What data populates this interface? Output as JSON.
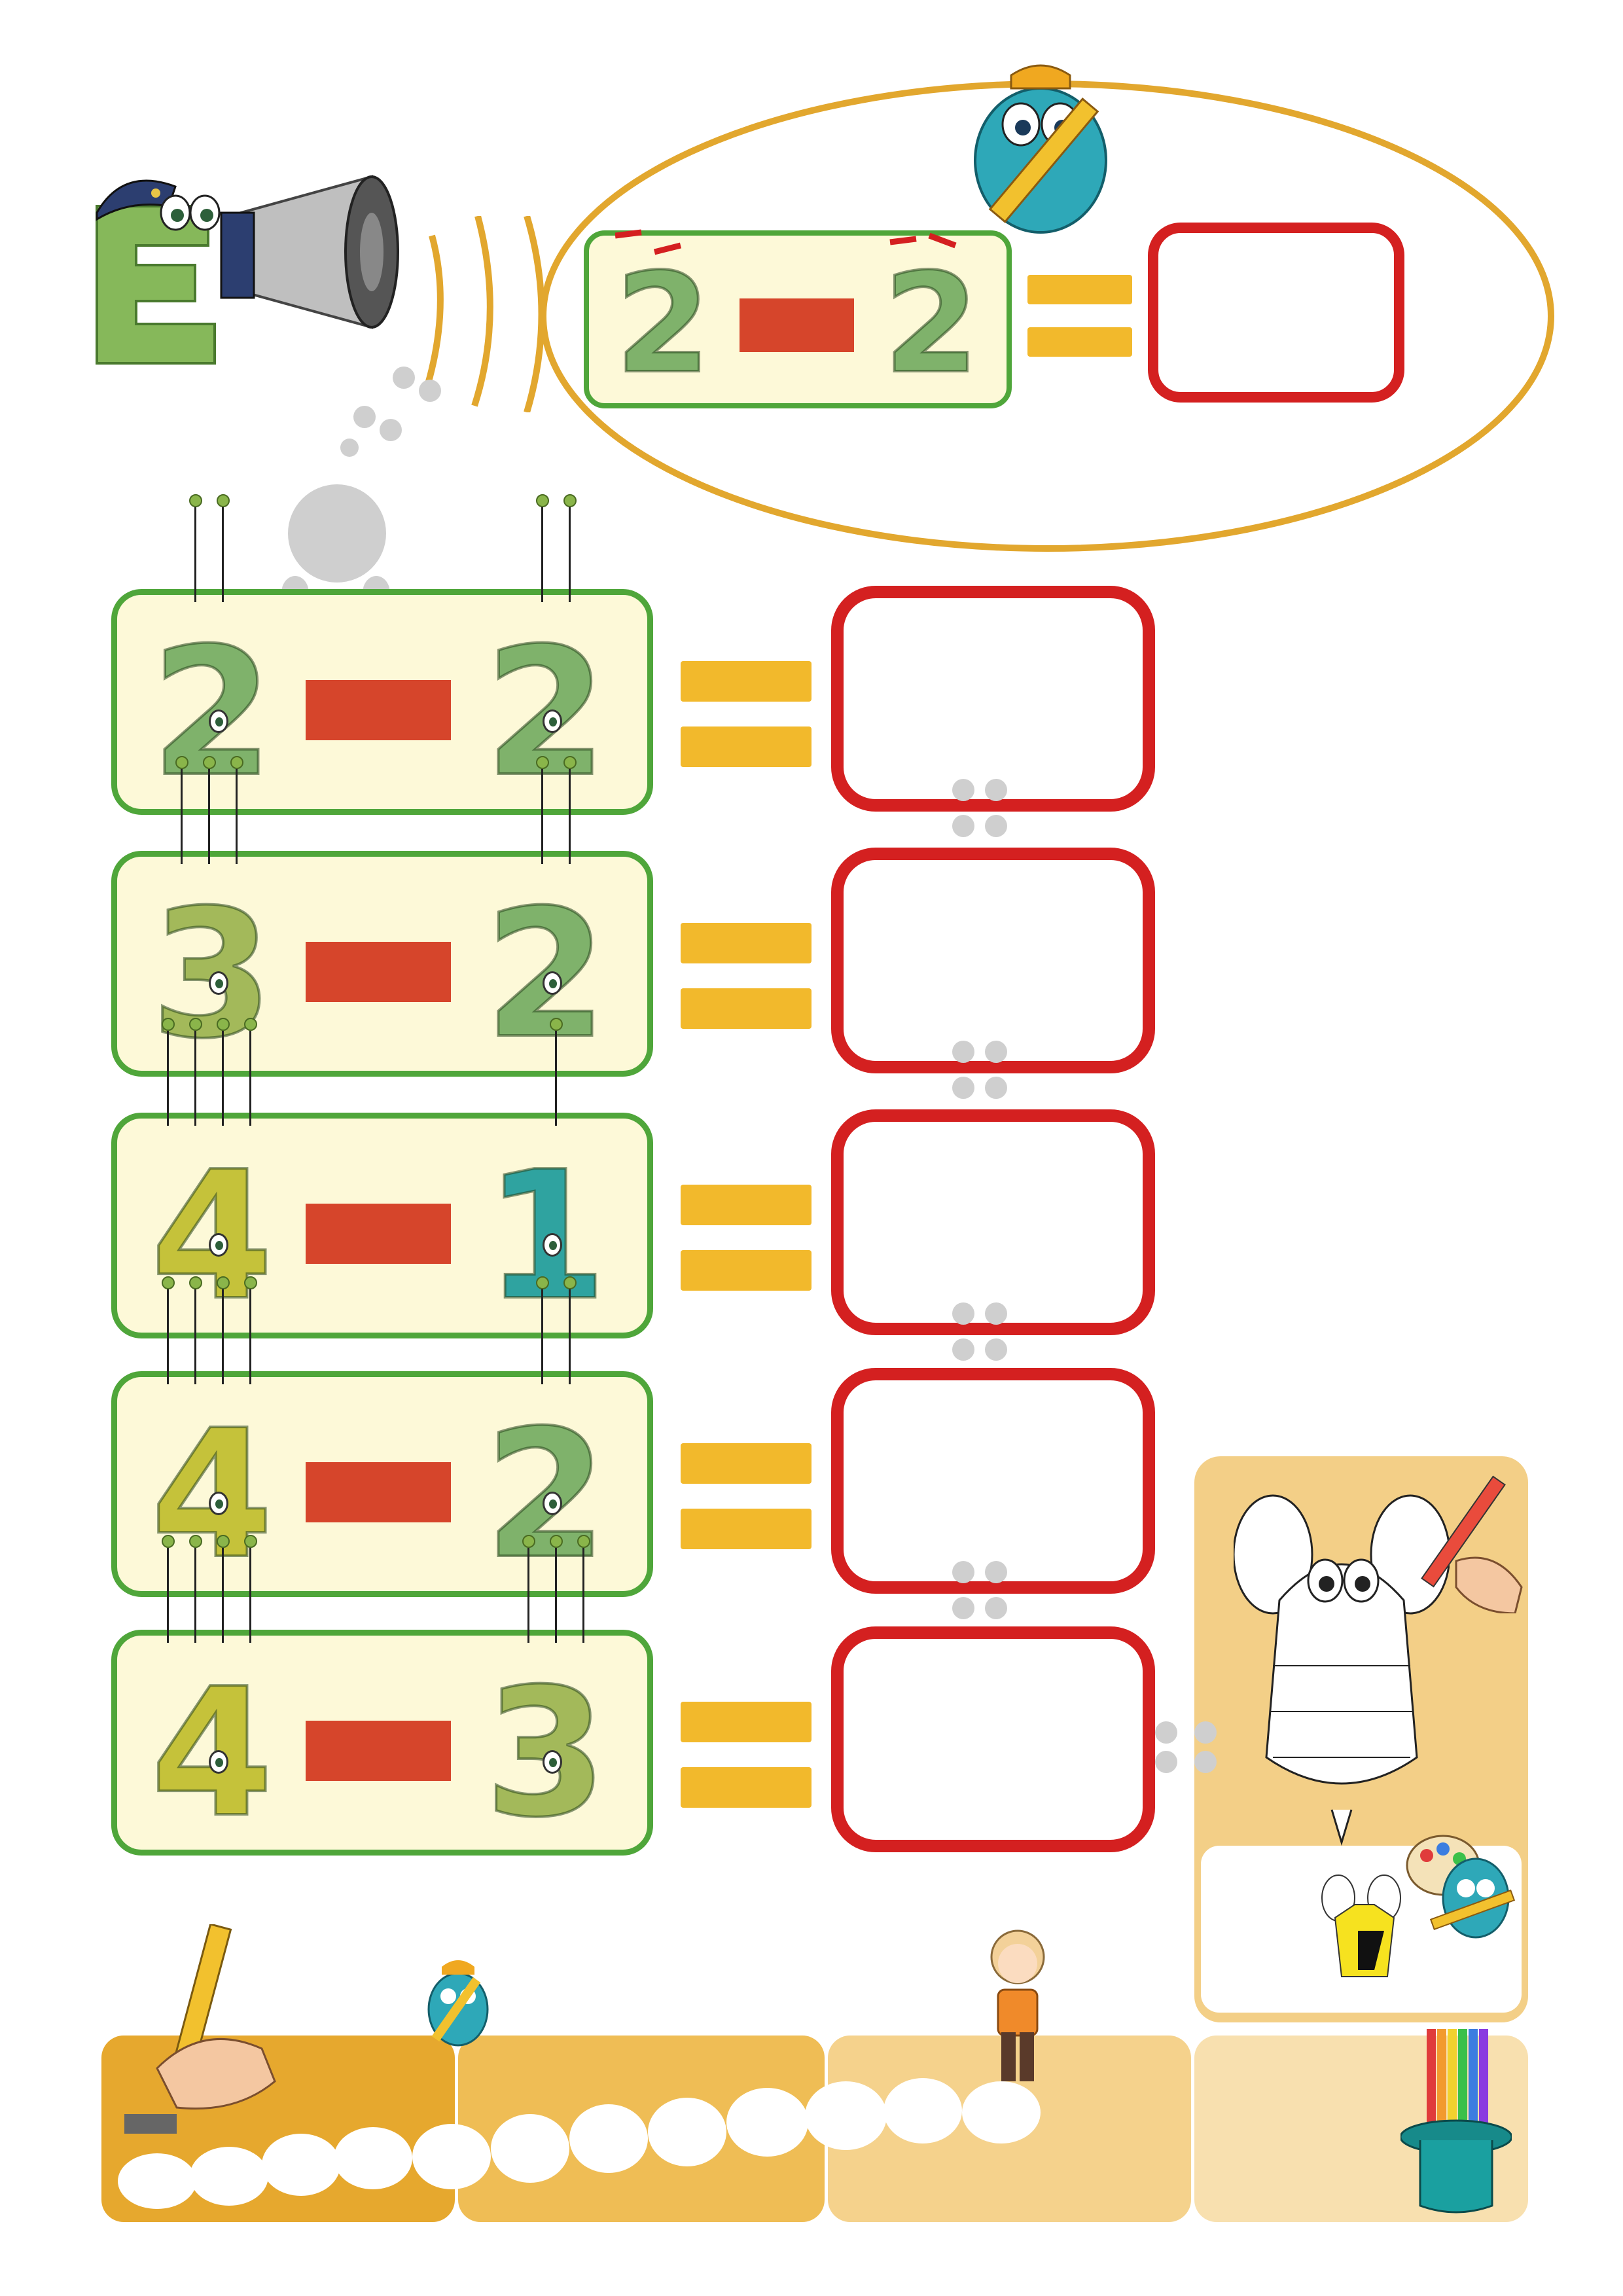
{
  "example": {
    "left": "2",
    "operator": "minus",
    "right": "2",
    "equals": "equals"
  },
  "exercises": [
    {
      "left": "2",
      "right": "2",
      "left_antennae": 2,
      "right_antennae": 2
    },
    {
      "left": "3",
      "right": "2",
      "left_antennae": 3,
      "right_antennae": 2
    },
    {
      "left": "4",
      "right": "1",
      "left_antennae": 4,
      "right_antennae": 1
    },
    {
      "left": "4",
      "right": "2",
      "left_antennae": 4,
      "right_antennae": 2
    },
    {
      "left": "4",
      "right": "3",
      "left_antennae": 4,
      "right_antennae": 3
    }
  ],
  "colors": {
    "panel_border": "#4fa63a",
    "panel_fill": "#fdf9d8",
    "minus_bar": "#d6452b",
    "equals_bar": "#f2b92c",
    "answer_border": "#d42020",
    "ellipse": "#e2a72e",
    "digit_2": "#7fb26b",
    "digit_3": "#a3b95a",
    "digit_4": "#c5c23a",
    "digit_1": "#2fa3a0"
  },
  "icons": {
    "mascot_megaphone": "letter-e-monster-megaphone-icon",
    "mascot_pencil": "blue-monster-pencil-icon",
    "bee_coloring": "bee-coloring-page-icon",
    "paint_palette": "paint-palette-icon",
    "hand_pencil": "hand-writing-pencil-icon",
    "child": "child-figure-icon",
    "magic_hat": "magic-hat-pencils-icon",
    "paw_prints": "paw-prints-icon"
  }
}
